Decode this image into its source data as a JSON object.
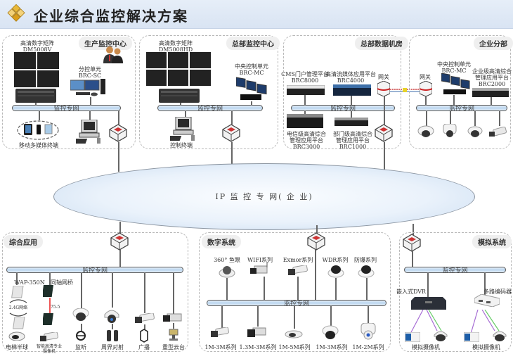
{
  "title": "企业综合监控解决方案",
  "bus_label": "监控专网",
  "core_network": "IP 监 控 专 网( 企 业)",
  "zones": {
    "production": {
      "label": "生产监控中心",
      "matrix": [
        "高清数字矩阵",
        "DM5008V"
      ],
      "sub_control": [
        "分控单元",
        "BRC-SC"
      ],
      "mobile": "移动多媒体终端"
    },
    "hq_monitor": {
      "label": "总部监控中心",
      "matrix": [
        "高清数字矩阵",
        "DM5008HD"
      ],
      "central_control": [
        "中央控制单元",
        "BRC-MC"
      ],
      "control_terminal": "控制终端"
    },
    "hq_datacenter": {
      "label": "总部数据机房",
      "cms": [
        "CMS门户管理平台",
        "BRC8000"
      ],
      "streaming": [
        "高清流媒体应用平台",
        "BRC4000"
      ],
      "gateway": "网关",
      "telecom": [
        "电信级高清综合",
        "管理应用平台",
        "BRC3000"
      ],
      "dept": [
        "部门级高清综合",
        "管理应用平台",
        "BRC1000"
      ]
    },
    "branch": {
      "label": "企业分部",
      "gateway": "网关",
      "central_control": [
        "中央控制单元",
        "BRC-MC"
      ],
      "enterprise": [
        "企业级高清综合",
        "管理应用平台",
        "BRC2000"
      ]
    },
    "integrated": {
      "label": "综合应用",
      "wap": "WAP-350N",
      "wireless": "2.4G网络",
      "coax_bridge": "同轴网桥",
      "coax_cable": "75-5",
      "items": [
        "电梯半球",
        "智能高清专业摄像机",
        "监听",
        "周界对射",
        "广播",
        "重型云台"
      ]
    },
    "digital": {
      "label": "数字系统",
      "top": [
        "360° 鱼眼",
        "WIFI系列",
        "Exmor系列",
        "WDR系列",
        "防爆系列"
      ],
      "bottom": [
        "1M-3M系列",
        "1.3M-3M系列",
        "1M-5M系列",
        "1M-3M系列",
        "1M-2M系列"
      ]
    },
    "analog": {
      "label": "模拟系统",
      "dvr": "嵌入式DVR",
      "encoder": "多路编码器",
      "cameras": [
        "模拟摄像机",
        "模拟摄像机"
      ]
    }
  }
}
